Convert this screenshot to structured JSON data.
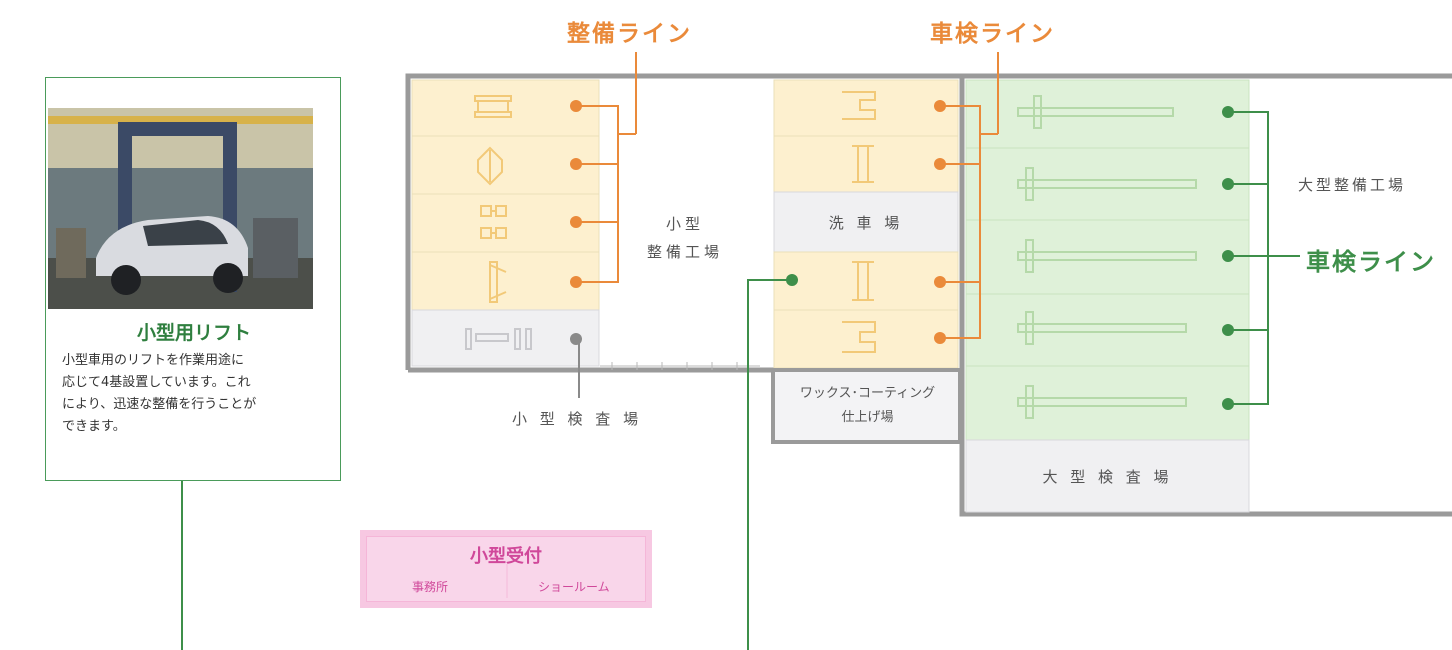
{
  "labels": {
    "seibi_line": "整備ライン",
    "shaken_line_top": "車検ライン",
    "shaken_line_right": "車検ライン",
    "small_shop": "小型\n整備工場",
    "car_wash": "洗 車 場",
    "wax_coating": "ワックス･コーティング\n仕上げ場",
    "small_inspection": "小 型 検 査 場",
    "large_inspection": "大 型 検 査 場",
    "large_shop": "大型整備工場"
  },
  "card": {
    "title": "小型用リフト",
    "body": "小型車用のリフトを作業用途に\n応じて4基設置しています。これ\nにより、迅速な整備を行うことが\nできます。"
  },
  "reception": {
    "title": "小型受付",
    "office": "事務所",
    "showroom": "ショールーム"
  },
  "colors": {
    "orange": "#ea8a3a",
    "green": "#3e8f4a",
    "pink": "#d0489a",
    "bay_yellow": "#fdf0cf",
    "bay_green": "#dff1d9",
    "gray_bay": "#f0f0f2",
    "wall": "#9a9a9a"
  }
}
